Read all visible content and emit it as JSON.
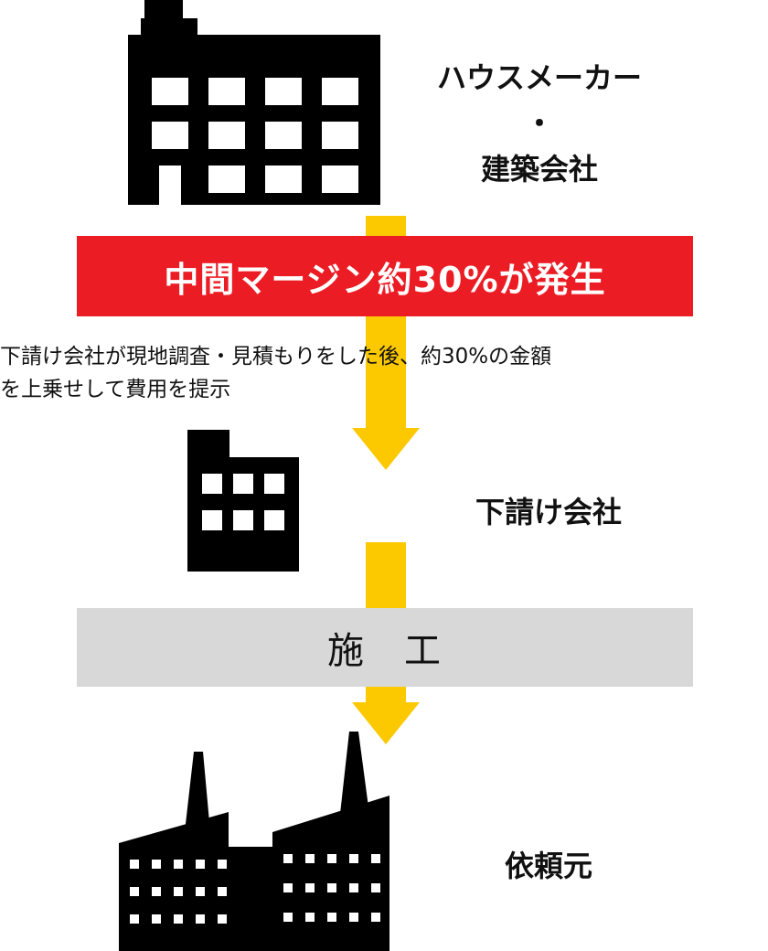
{
  "house_maker": {
    "line1": "ハウスメーカー",
    "line2": "・",
    "line3": "建築会社"
  },
  "margin_band": {
    "text": "中間マージン約30%が発生"
  },
  "note": {
    "line1": "下請け会社が現地調査・見積もりをした後、約30%の金額",
    "line2": "を上乗せして費用を提示"
  },
  "subcontractor": {
    "label": "下請け会社"
  },
  "construction_band": {
    "text": "施　工"
  },
  "client": {
    "label": "依頼元"
  },
  "colors": {
    "accent_red": "#ec1c24",
    "arrow_yellow": "#fcc800",
    "band_gray": "#d8d8d8",
    "building": "#000000"
  },
  "icons": [
    "office-building-icon",
    "down-arrow-icon",
    "small-building-icon",
    "factory-icon"
  ]
}
